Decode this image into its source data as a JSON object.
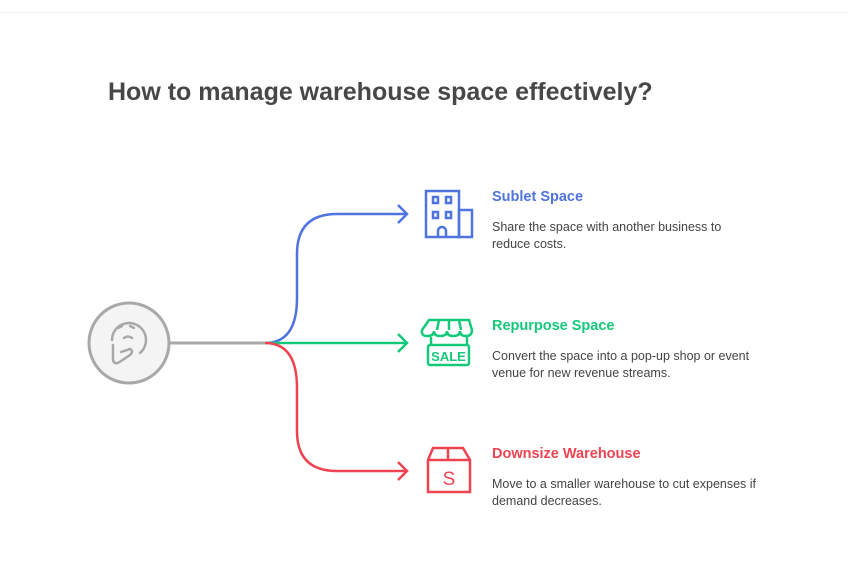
{
  "title": "How to manage warehouse space effectively?",
  "center_icon": "thinking-face-icon",
  "options": [
    {
      "title": "Sublet Space",
      "description": "Share the space with another business to reduce costs.",
      "icon": "building-icon",
      "color": "#4f74e0"
    },
    {
      "title": "Repurpose Space",
      "description": "Convert the space into a pop-up shop or event venue for new revenue streams.",
      "icon": "sale-shop-icon",
      "color": "#14c97a"
    },
    {
      "title": "Downsize Warehouse",
      "description": "Move to a smaller warehouse to cut expenses if demand decreases.",
      "icon": "box-icon",
      "color": "#ee4452"
    }
  ],
  "sale_label": "SALE"
}
